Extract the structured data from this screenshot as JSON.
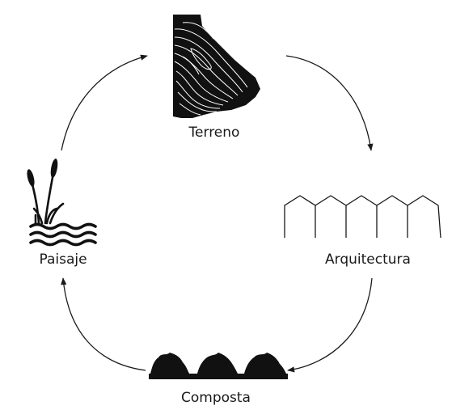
{
  "nodes": {
    "terreno": {
      "label": "Terreno",
      "icon": "terrain-contour-map-icon"
    },
    "arquitectura": {
      "label": "Arquitectura",
      "icon": "greenhouse-roof-icon"
    },
    "composta": {
      "label": "Composta",
      "icon": "compost-mounds-icon"
    },
    "paisaje": {
      "label": "Paisaje",
      "icon": "reeds-water-icon"
    }
  },
  "colors": {
    "ink": "#111111",
    "background": "#ffffff"
  }
}
